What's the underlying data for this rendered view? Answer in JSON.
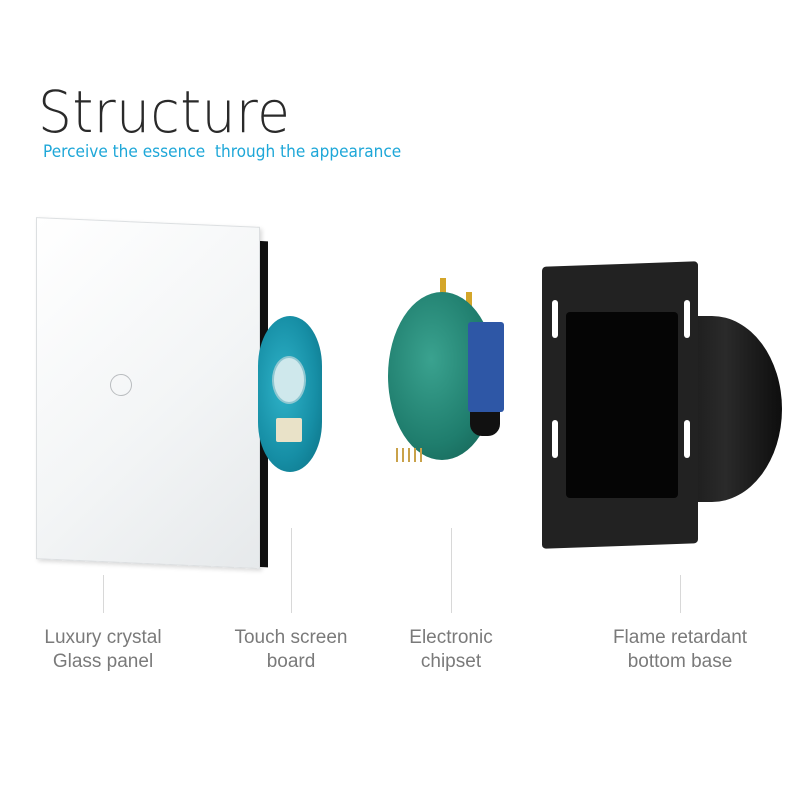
{
  "header": {
    "title": "Structure",
    "subtitle": "Perceive the essence  through the appearance"
  },
  "colors": {
    "accent": "#1ea7d8",
    "label": "#7a7a7a"
  },
  "components": [
    {
      "line1": "Luxury crystal",
      "line2": "Glass panel"
    },
    {
      "line1": "Touch screen",
      "line2": "board"
    },
    {
      "line1": "Electronic",
      "line2": "chipset"
    },
    {
      "line1": "Flame retardant",
      "line2": "bottom base"
    }
  ]
}
